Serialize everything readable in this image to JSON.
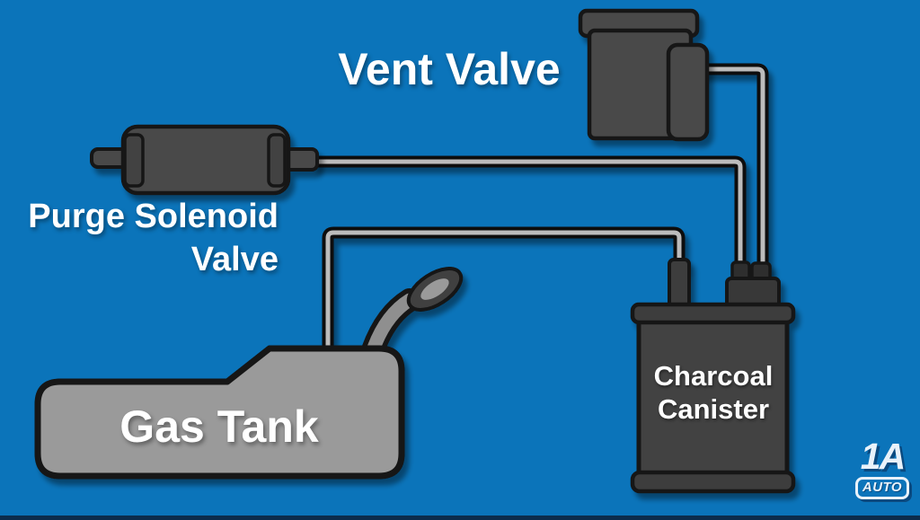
{
  "scene": {
    "description": "EVAP emissions system diagram",
    "background_color": "#0b74ba",
    "bottom_bar_color": "#0c2c4c"
  },
  "components": {
    "vent_valve": {
      "label": "Vent Valve"
    },
    "purge_solenoid_valve": {
      "label_line1": "Purge Solenoid",
      "label_line2": "Valve"
    },
    "gas_tank": {
      "label": "Gas Tank"
    },
    "charcoal_canister": {
      "label_line1": "Charcoal",
      "label_line2": "Canister"
    }
  },
  "logo": {
    "wordmark": "1A",
    "badge": "AUTO"
  },
  "colors": {
    "component_body": "#484848",
    "component_lid": "#3d3d3d",
    "outline": "#131313",
    "tube_core": "#bcbcbc",
    "tank_fill": "#9a9a9a",
    "label_text": "#ffffff",
    "logo_text": "#e9f2fa",
    "logo_shadow": "#0a4a80"
  }
}
